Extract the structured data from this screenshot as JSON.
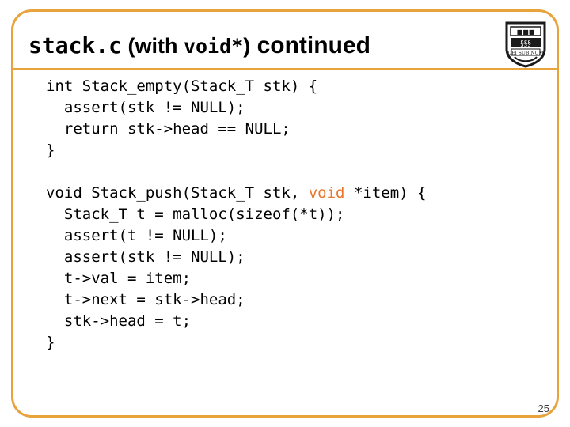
{
  "slide": {
    "title": {
      "code_part": "stack.c",
      "paren_open": " (with ",
      "code_part2": "void*",
      "paren_close": ")",
      "tail": " continued"
    },
    "page_number": "25",
    "accent_color": "#E8A33D",
    "keyword_color": "#E8762C",
    "crest_name": "princeton-shield-logo",
    "code_block": {
      "lines": [
        {
          "text": "int Stack_empty(Stack_T stk) {",
          "type": "plain"
        },
        {
          "text": "  assert(stk != NULL);",
          "type": "plain"
        },
        {
          "text": "  return stk->head == NULL;",
          "type": "plain"
        },
        {
          "text": "}",
          "type": "plain"
        },
        {
          "text": "",
          "type": "blank"
        },
        {
          "pre": "void Stack_push(Stack_T stk, ",
          "kw": "void",
          "post": " *item) {",
          "type": "highlight"
        },
        {
          "text": "  Stack_T t = malloc(sizeof(*t));",
          "type": "plain"
        },
        {
          "text": "  assert(t != NULL);",
          "type": "plain"
        },
        {
          "text": "  assert(stk != NULL);",
          "type": "plain"
        },
        {
          "text": "  t->val = item;",
          "type": "plain"
        },
        {
          "text": "  t->next = stk->head;",
          "type": "plain"
        },
        {
          "text": "  stk->head = t;",
          "type": "plain"
        },
        {
          "text": "}",
          "type": "plain"
        }
      ]
    }
  }
}
